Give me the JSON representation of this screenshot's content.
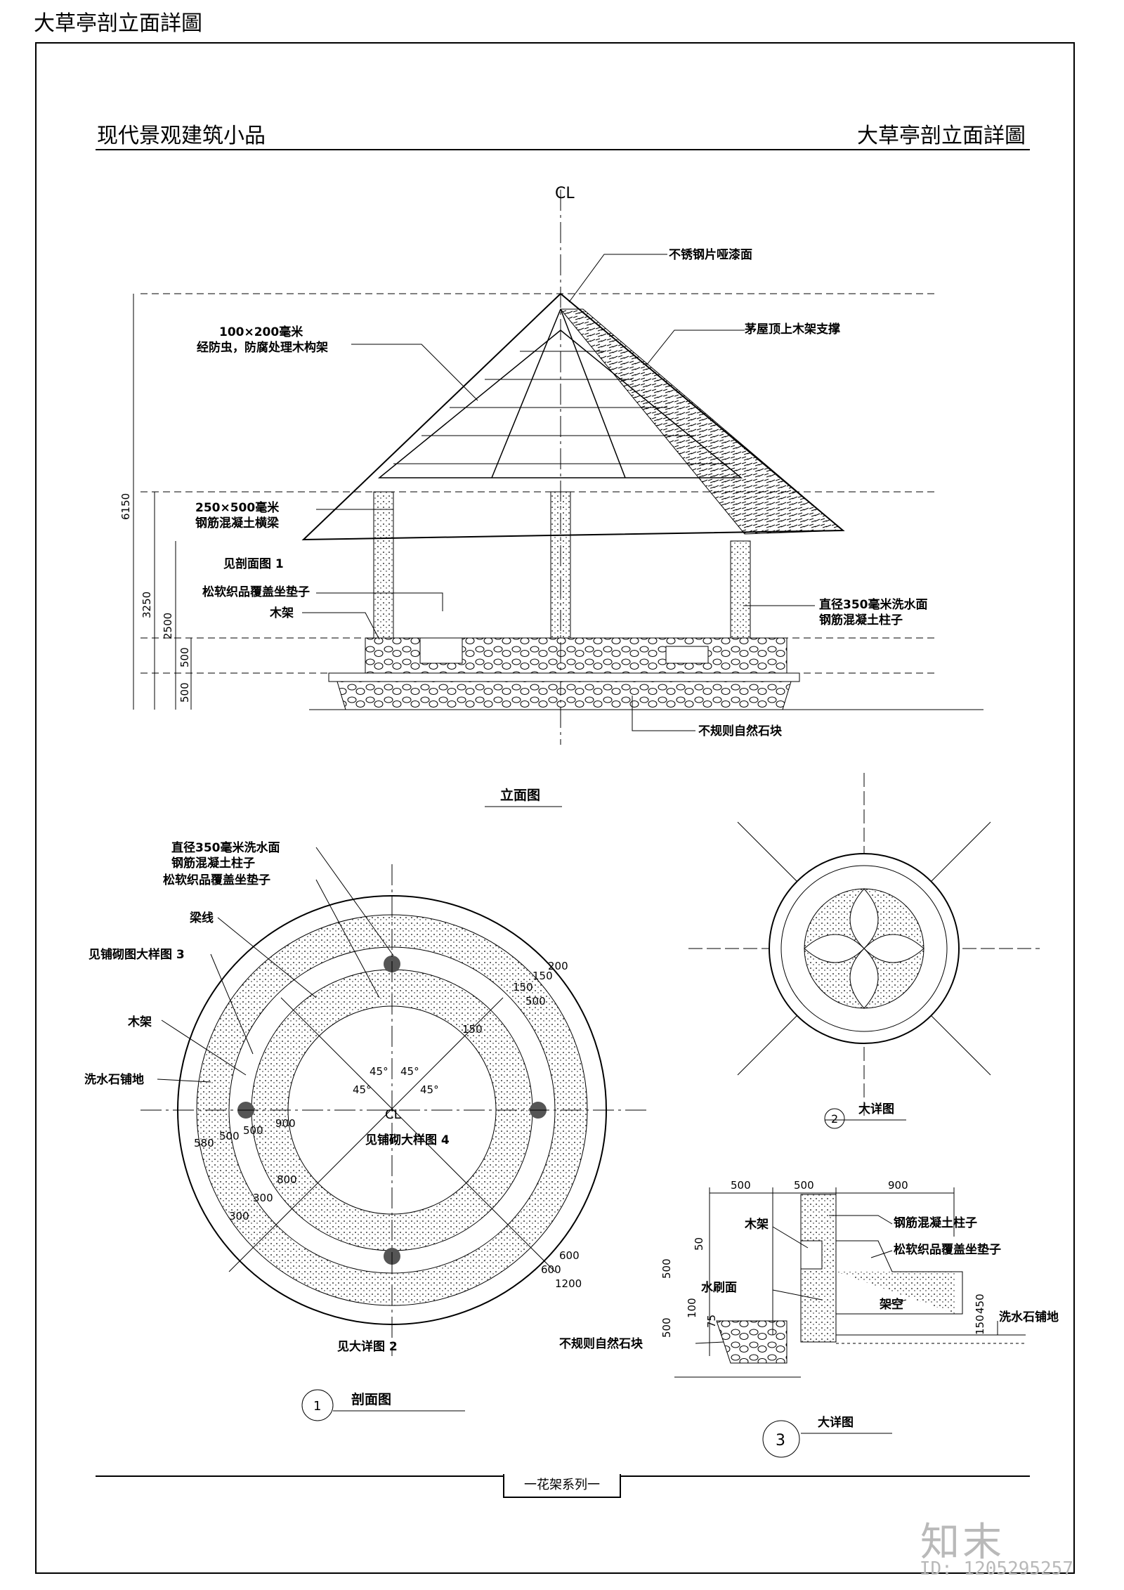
{
  "page_title": "大草亭剖立面詳圖",
  "header": {
    "left": "现代景观建筑小品",
    "right": "大草亭剖立面詳圖"
  },
  "elevation": {
    "title": "立面图",
    "centerline": "CL",
    "labels": {
      "stainless": "不锈钢片哑漆面",
      "timber1": "100×200毫米",
      "timber2": "经防虫，防腐处理木构架",
      "thatch": "茅屋顶上木架支撑",
      "beam1": "250×500毫米",
      "beam2": "钢筋混凝土横梁",
      "section": "见剖面图 1",
      "cushion": "松软织品覆盖坐垫子",
      "wood": "木架",
      "column1": "直径350毫米洗水面",
      "column2": "钢筋混凝土柱子",
      "stone": "不规则自然石块"
    },
    "dims": [
      "6150",
      "3250",
      "2500",
      "500",
      "500"
    ]
  },
  "plan": {
    "title": "剖面图",
    "number": "1",
    "labels": {
      "column1": "直径350毫米洗水面",
      "column2": "钢筋混凝土柱子",
      "cushion": "松软织品覆盖坐垫子",
      "beamline": "梁线",
      "paving3": "见铺砌图大样图 3",
      "wood": "木架",
      "washed": "洗水石铺地",
      "paving4": "见铺砌大样图 4",
      "detail2": "见大详图 2"
    },
    "dims": [
      "150",
      "200",
      "150",
      "500",
      "150",
      "580",
      "500",
      "500",
      "900",
      "300",
      "300",
      "800",
      "600",
      "600",
      "1200"
    ],
    "angles": [
      "45°",
      "45°",
      "45°",
      "45°"
    ]
  },
  "detail2": {
    "title": "大详图",
    "number": "2"
  },
  "detail3": {
    "title": "大详图",
    "number": "3",
    "labels": {
      "wood": "木架",
      "column": "钢筋混凝土柱子",
      "cushion": "松软织品覆盖坐垫子",
      "brush": "水刷面",
      "void": "架空",
      "washed": "洗水石铺地",
      "stone": "不规则自然石块"
    },
    "dims": [
      "500",
      "500",
      "900",
      "50",
      "500",
      "100",
      "75",
      "500",
      "450",
      "150"
    ]
  },
  "footer": {
    "series": "一花架系列一"
  },
  "watermark": {
    "logo": "知末",
    "id": "ID: 1205295257"
  }
}
